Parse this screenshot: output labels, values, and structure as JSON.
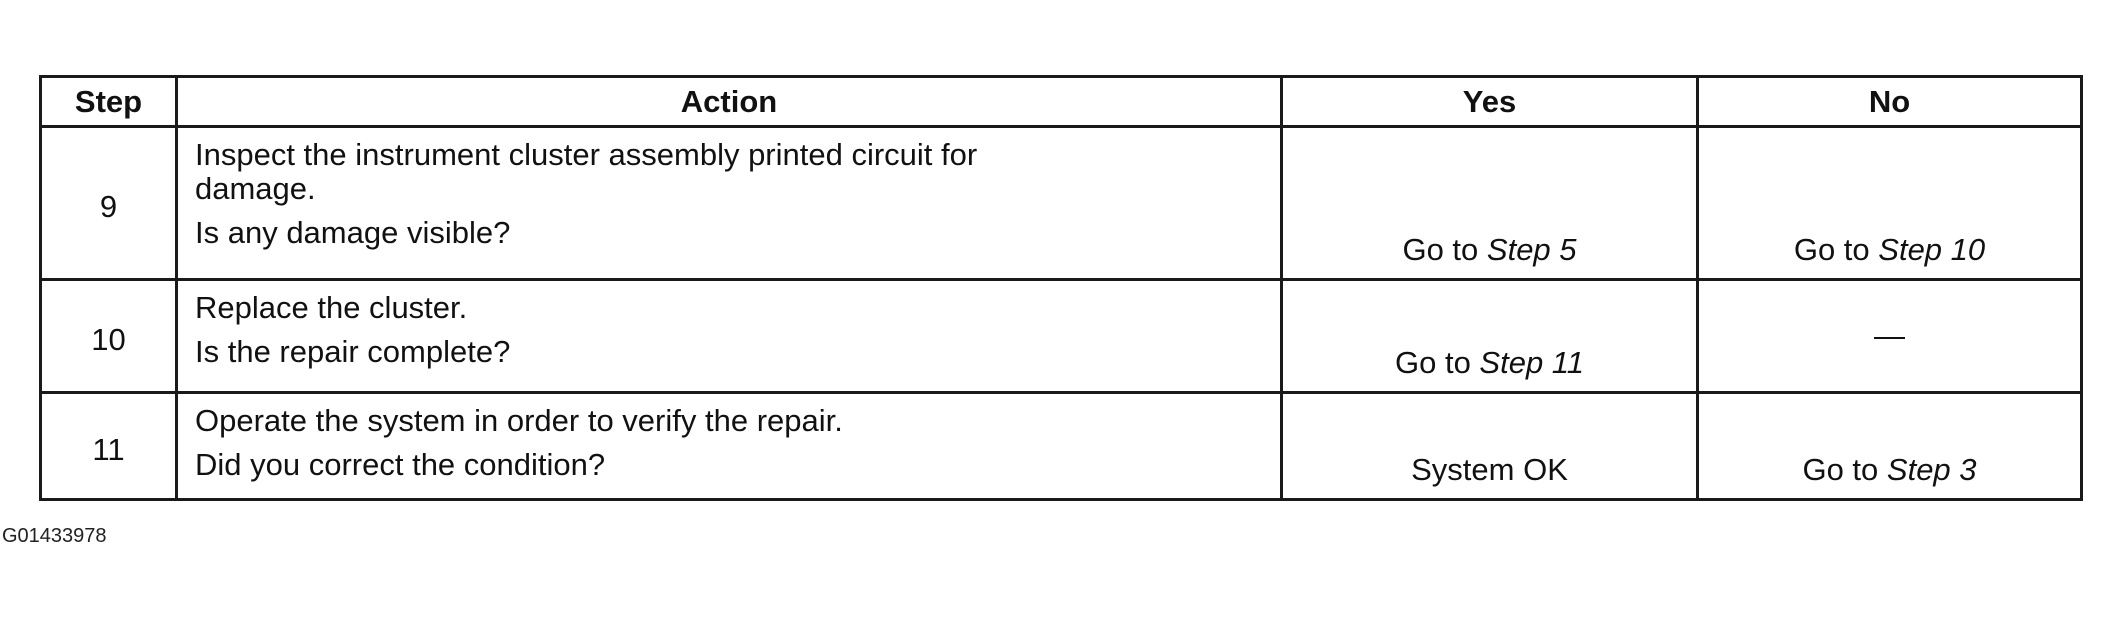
{
  "table": {
    "headers": {
      "step": "Step",
      "action": "Action",
      "yes": "Yes",
      "no": "No"
    },
    "rows": [
      {
        "step": "9",
        "action_lines": [
          "Inspect the instrument cluster assembly printed circuit for",
          "damage."
        ],
        "question": "Is any damage visible?",
        "yes_prefix": "Go to ",
        "yes_ref": "Step 5",
        "no_prefix": "Go to ",
        "no_ref": "Step 10"
      },
      {
        "step": "10",
        "action_lines": [
          "Replace the cluster."
        ],
        "question": "Is the repair complete?",
        "yes_prefix": "Go to ",
        "yes_ref": "Step 11",
        "no_text": "—"
      },
      {
        "step": "11",
        "action_lines": [
          "Operate the system in order to verify the repair."
        ],
        "question": "Did you correct the condition?",
        "yes_text": "System OK",
        "no_prefix": "Go to ",
        "no_ref": "Step 3"
      }
    ]
  },
  "figure_id": "G01433978"
}
